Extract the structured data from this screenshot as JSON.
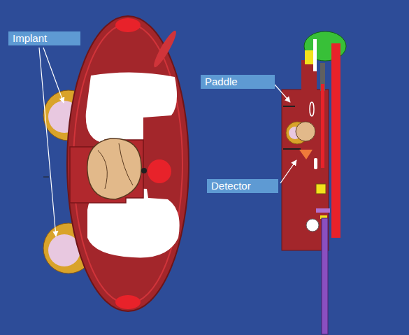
{
  "diagram": {
    "nodes": [
      {
        "text": [
          "Implant"
        ]
      },
      {
        "text": [
          "Paddle"
        ]
      },
      {
        "text": [
          "Detector"
        ]
      }
    ]
  }
}
